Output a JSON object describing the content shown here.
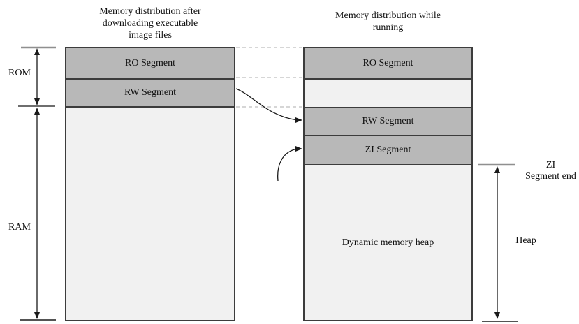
{
  "titles": {
    "left": "Memory distribution after\ndownloading executable\nimage files",
    "right": "Memory distribution while\nrunning"
  },
  "left_column": {
    "ro": "RO Segment",
    "rw": "RW Segment"
  },
  "right_column": {
    "ro": "RO Segment",
    "rw": "RW Segment",
    "zi": "ZI Segment",
    "heap": "Dynamic memory heap"
  },
  "side_labels": {
    "rom": "ROM",
    "ram": "RAM",
    "zi_segment_end": "ZI\nSegment end",
    "heap": "Heap"
  },
  "colors": {
    "segment_gray": "#b8b8b8",
    "light_fill": "#f1f1f1",
    "border_dark": "#3c3c3c",
    "tick_gray": "#8f8f8f",
    "dashed_line": "#c9c9c9",
    "arrow_black": "#1a1a1a",
    "background": "#ffffff"
  }
}
